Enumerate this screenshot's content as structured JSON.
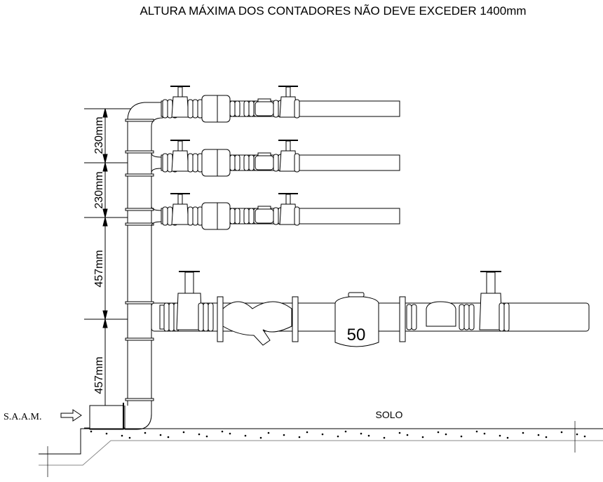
{
  "title": "ALTURA MÁXIMA DOS CONTADORES NÃO DEVE EXCEDER 1400mm",
  "dimensions": [
    "230mm",
    "230mm",
    "457mm",
    "457mm"
  ],
  "inlet_label": "S.A.A.M.",
  "ground_label": "SOLO",
  "meter_size": "50",
  "colors": {
    "line": "#000000",
    "fill": "#ffffff",
    "ground": "#888888"
  }
}
